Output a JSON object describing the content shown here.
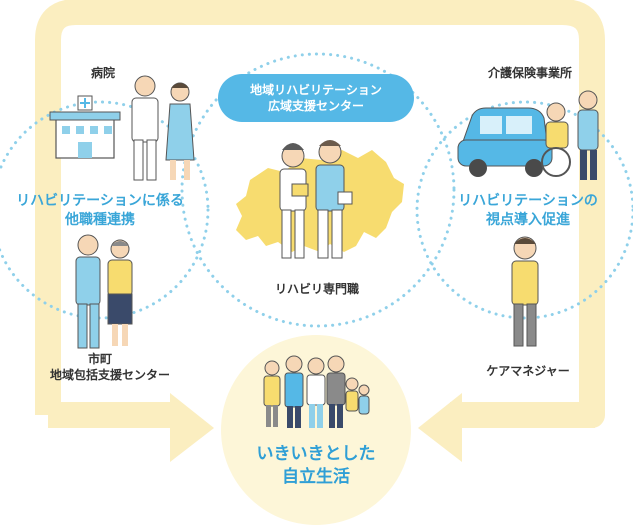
{
  "center": {
    "title_line1": "地域リハビリテーション",
    "title_line2": "広域支援センター",
    "label": "リハビリ専門職"
  },
  "left_circle": {
    "top_label": "病院",
    "message_line1": "リハビリテーションに係る",
    "message_line2": "他職種連携",
    "bottom_label_line1": "市町",
    "bottom_label_line2": "地域包括支援センター"
  },
  "right_circle": {
    "top_label": "介護保険事業所",
    "message_line1": "リハビリテーションの",
    "message_line2": "視点導入促進",
    "bottom_label": "ケアマネジャー"
  },
  "goal": {
    "line1": "いきいきとした",
    "line2": "自立生活"
  },
  "colors": {
    "arrow": "#fbeec0",
    "map": "#f7dc6f",
    "dotted": "#8fd0ea",
    "pill": "#55b8e6",
    "goal_bg": "#fdf6d8",
    "accent_text": "#3aa6d8"
  }
}
